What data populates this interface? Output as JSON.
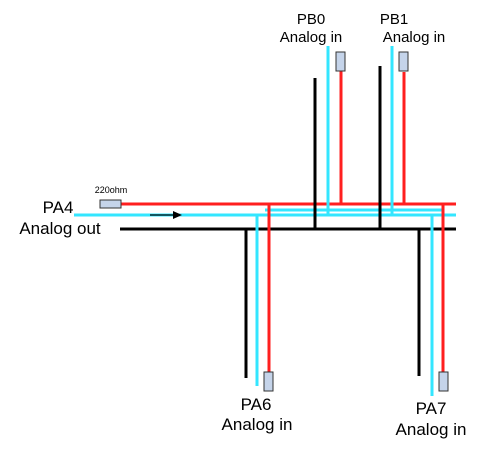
{
  "colors": {
    "red_wire": "#ff1f1f",
    "cyan_wire": "#33e6ff",
    "black_wire": "#000000",
    "component_fill": "#c5d4ea",
    "component_stroke": "#333333",
    "background": "#ffffff"
  },
  "labels": {
    "pb0_name": "PB0",
    "pb0_desc": "Analog in",
    "pb1_name": "PB1",
    "pb1_desc": "Analog in",
    "pa4_name": "PA4",
    "pa4_desc": "Analog out",
    "resistor": "220ohm",
    "pa6_name": "PA6",
    "pa6_desc": "Analog in",
    "pa7_name": "PA7",
    "pa7_desc": "Analog in"
  },
  "arrow": {
    "direction": "right"
  }
}
